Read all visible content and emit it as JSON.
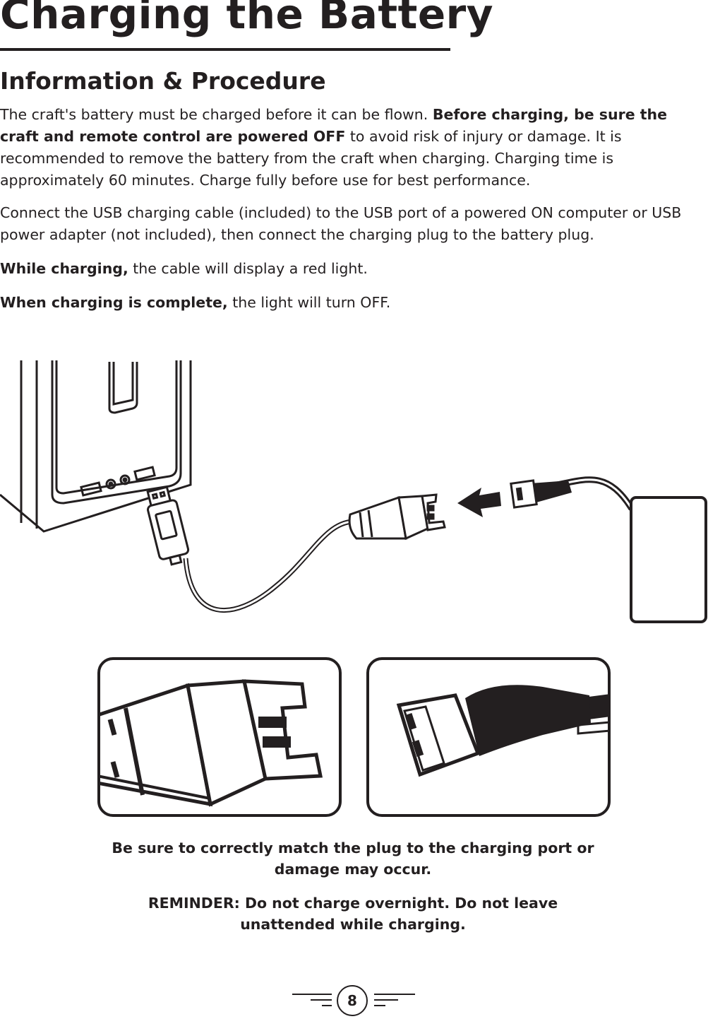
{
  "page": {
    "title": "Charging the Battery",
    "subtitle": "Information & Procedure",
    "page_number": "8"
  },
  "paragraphs": {
    "p1": {
      "t1": "The craft's battery must be charged before it can be flown. ",
      "b1": "Before charging, be sure the craft and remote control are powered OFF",
      "t2": " to avoid risk of injury or damage. It is recommended to remove the battery from the craft when charging. Charging time is approximately 60 minutes. Charge fully before use for best performance."
    },
    "p2": "Connect the USB charging cable (included) to the USB port of a powered ON computer or USB power adapter (not included), then connect the charging plug to the battery plug.",
    "p3": {
      "bold": "While charging,",
      "text": " the cable will display a red light."
    },
    "p4": {
      "bold": "When charging is complete,",
      "text": " the light will turn OFF."
    }
  },
  "notes": {
    "match_plug": "Be sure to correctly match the plug to the charging port or damage may occur.",
    "reminder": "REMINDER: Do not charge overnight. Do not leave unattended while charging."
  },
  "illustration": {
    "items": [
      "usb-power-adapter-icon",
      "usb-charging-cable-icon",
      "charging-plug-icon",
      "direction-arrow-icon",
      "battery-plug-icon",
      "battery-icon"
    ],
    "details": [
      "charging-plug-closeup-icon",
      "battery-plug-closeup-icon"
    ]
  },
  "colors": {
    "ink": "#231f20",
    "background": "#ffffff"
  }
}
